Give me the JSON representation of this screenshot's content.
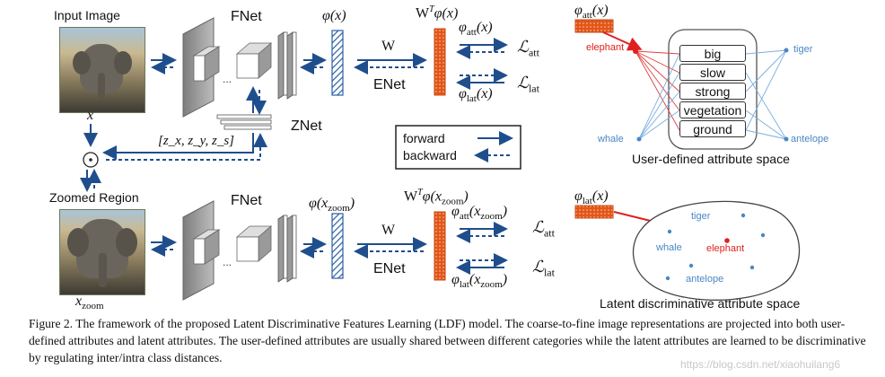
{
  "top": {
    "input_label": "Input Image",
    "x_label": "x",
    "fnet": "FNet",
    "phi_x": "φ(x)",
    "w_phi": "W",
    "w_phi_sup": "T",
    "w_phi_rest": "φ(x)",
    "w": "W",
    "enet": "ENet",
    "phi_att": "φ",
    "phi_att_sub": "att",
    "phi_att_arg": "(x)",
    "phi_lat": "φ",
    "phi_lat_sub": "lat",
    "phi_lat_arg": "(x)",
    "loss_att_sub": "att",
    "loss_lat_sub": "lat",
    "loss_symbol": "ℒ"
  },
  "znet": {
    "label": "ZNet",
    "coords": "[z",
    "coords_full": "[z_x, z_y, z_s]"
  },
  "legend": {
    "forward": "forward",
    "backward": "backward"
  },
  "user_space": {
    "phi_att": "φ",
    "phi_att_sub": "att",
    "phi_att_arg": "(x)",
    "attributes": [
      "big",
      "slow",
      "strong",
      "vegetation",
      "ground"
    ],
    "classes": {
      "elephant": "elephant",
      "tiger": "tiger",
      "whale": "whale",
      "antelope": "antelope"
    },
    "caption": "User-defined attribute space"
  },
  "bottom": {
    "zoomed_label": "Zoomed Region",
    "x_zoom": "x",
    "x_zoom_sub": "zoom",
    "fnet": "FNet",
    "phi_xzoom": "φ(x",
    "phi_xzoom_sub": "zoom",
    "phi_xzoom_close": ")",
    "w_phi": "W",
    "w_phi_sup": "T",
    "w_phi_rest": "φ(x",
    "w_phi_sub": "zoom",
    "w": "W",
    "enet": "ENet",
    "phi_att": "φ",
    "phi_att_sub": "att",
    "phi_att_arg": "(x",
    "phi_att_argsub": "zoom",
    "phi_lat": "φ",
    "phi_lat_sub": "lat",
    "phi_lat_arg": "(x",
    "phi_lat_argsub": "zoom",
    "loss_att_sub": "att",
    "loss_lat_sub": "lat",
    "loss_symbol": "ℒ"
  },
  "latent_space": {
    "phi_lat": "φ",
    "phi_lat_sub": "lat",
    "phi_lat_arg": "(x)",
    "classes": {
      "tiger": "tiger",
      "whale": "whale",
      "elephant": "elephant",
      "antelope": "antelope"
    },
    "caption": "Latent discriminative attribute space"
  },
  "figure_caption": "Figure 2. The framework of the proposed Latent Discriminative Features Learning (LDF) model. The coarse-to-fine image representations are projected into both user-defined attributes and latent attributes. The user-defined attributes are usually shared between different categories while the latent attributes are learned to be discriminative by regulating inter/intra class distances.",
  "watermark": "https://blog.csdn.net/xiaohuilang6",
  "colors": {
    "arrow_blue": "#1f4e8c",
    "feature_red": "#e8601c",
    "attr_line_blue": "#7aaee0",
    "attr_line_red": "#e04040",
    "class_blue": "#4a86c5",
    "class_red": "#e02020"
  }
}
